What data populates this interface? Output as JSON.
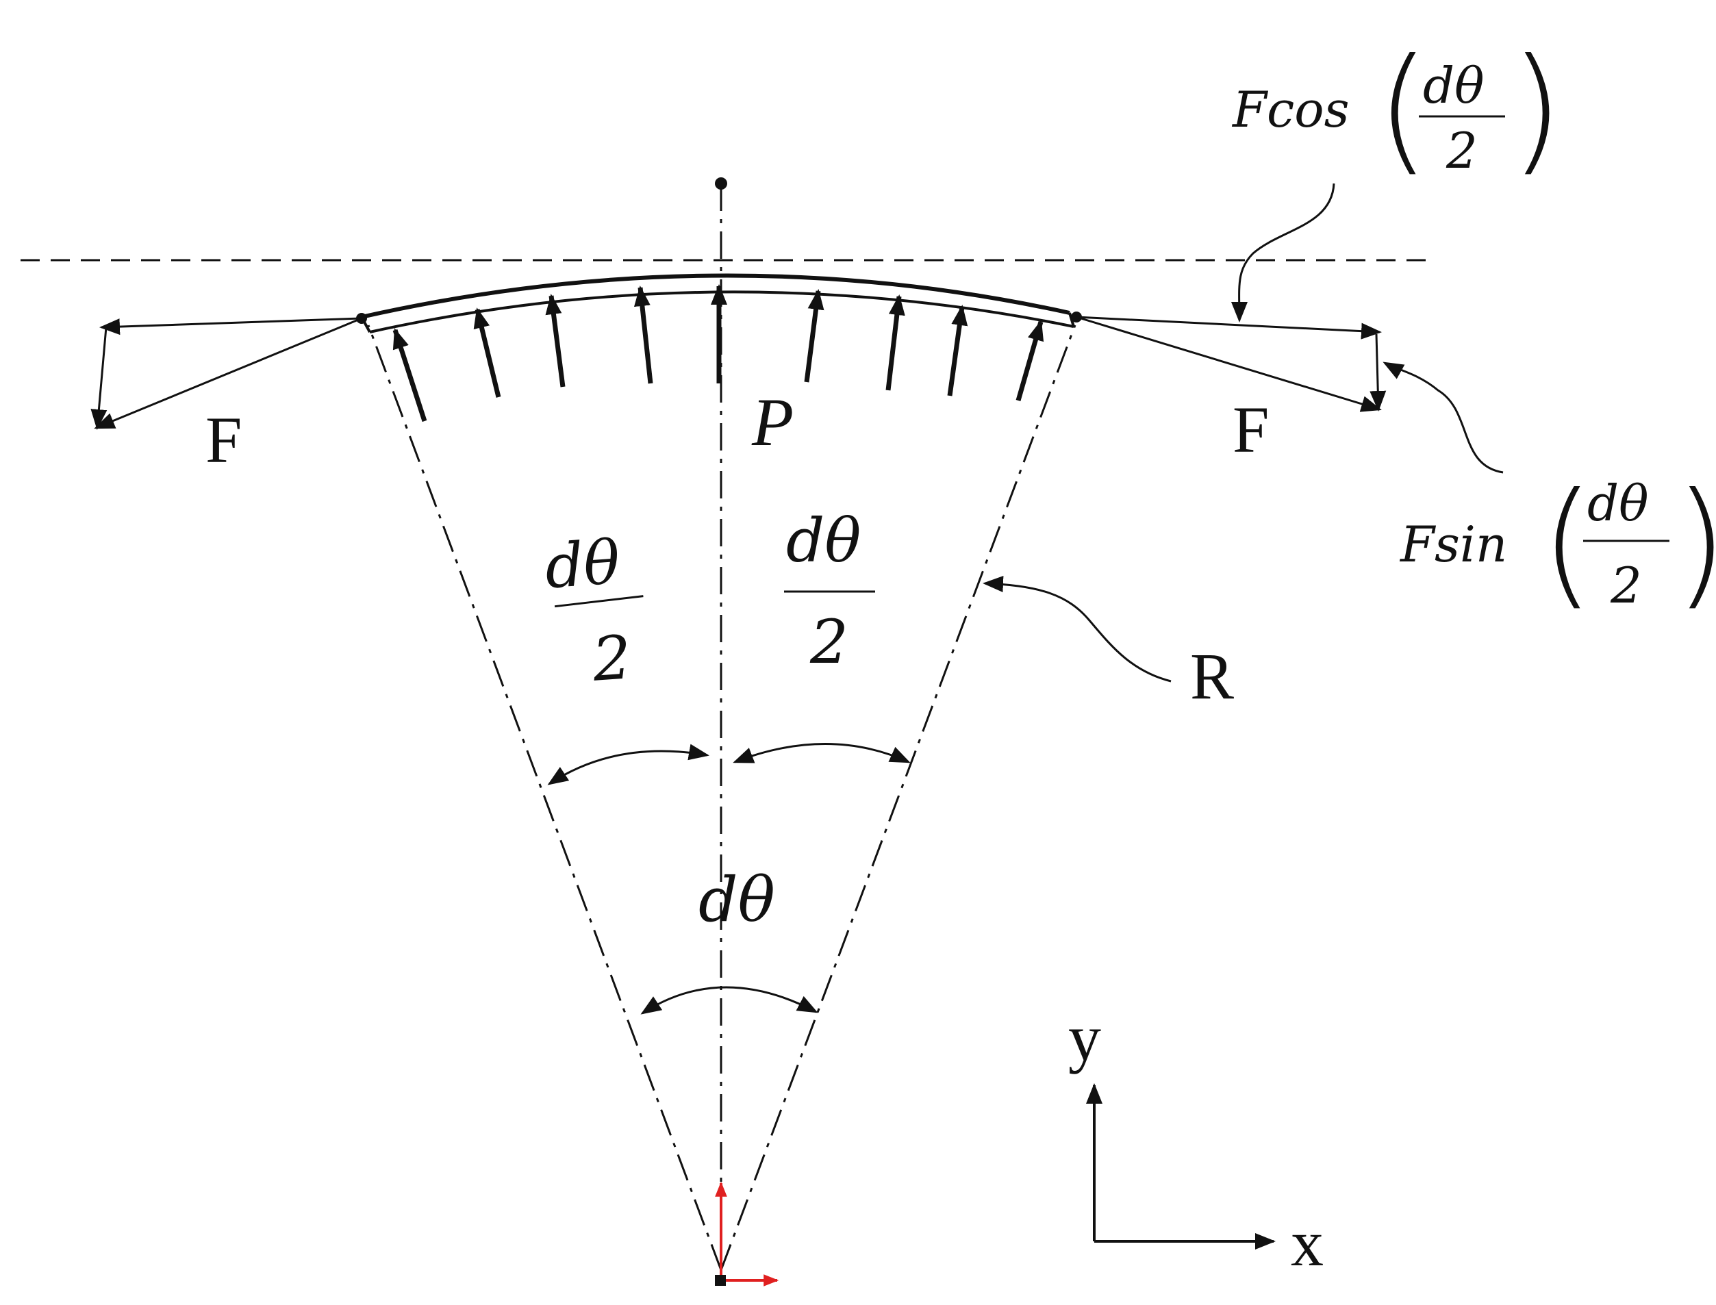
{
  "labels": {
    "force_left": "F",
    "force_right": "F",
    "pressure": "P",
    "radius": "R",
    "axis_y": "y",
    "axis_x": "x",
    "angle_total": "dθ",
    "half_angle_left": {
      "num": "dθ",
      "den": "2"
    },
    "half_angle_right": {
      "num": "dθ",
      "den": "2"
    },
    "f_cos": {
      "prefix": "Fcos",
      "num": "dθ",
      "den": "2"
    },
    "f_sin": {
      "prefix": "Fsin",
      "num": "dθ",
      "den": "2"
    }
  },
  "colors": {
    "ink": "#111111",
    "origin_axes": "#e02020"
  }
}
